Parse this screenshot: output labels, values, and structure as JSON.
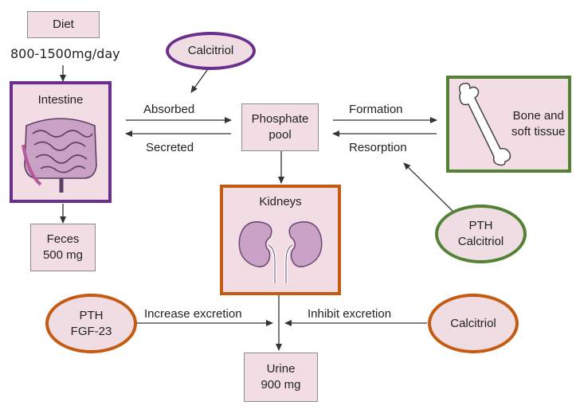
{
  "diet": {
    "label": "Diet",
    "amount": "800-1500mg/day"
  },
  "calcitriol_top": "Calcitriol",
  "intestine": {
    "label": "Intestine"
  },
  "absorbed": "Absorbed",
  "secreted": "Secreted",
  "phosphate_pool": {
    "line1": "Phosphate",
    "line2": "pool"
  },
  "formation": "Formation",
  "resorption": "Resorption",
  "bone": {
    "line1": "Bone and",
    "line2": "soft tissue"
  },
  "pth_calcitriol": {
    "line1": "PTH",
    "line2": "Calcitriol"
  },
  "kidneys": {
    "label": "Kidneys"
  },
  "feces": {
    "line1": "Feces",
    "line2": "500 mg"
  },
  "pth_fgf": {
    "line1": "PTH",
    "line2": "FGF-23"
  },
  "increase_excretion": "Increase excretion",
  "inhibit_excretion": "Inhibit excretion",
  "calcitriol_right": "Calcitriol",
  "urine": {
    "line1": "Urine",
    "line2": "900 mg"
  },
  "colors": {
    "purple": "#6a2f8f",
    "orange": "#c55a11",
    "green": "#548235",
    "box_fill": "#f2dde4"
  }
}
